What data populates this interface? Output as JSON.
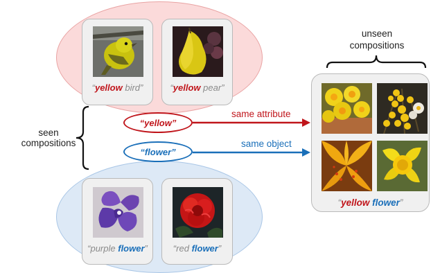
{
  "seen_label": {
    "line1": "seen",
    "line2": "compositions"
  },
  "unseen_label": {
    "line1": "unseen",
    "line2": "compositions"
  },
  "top_group": {
    "cards": [
      {
        "attr": "yellow",
        "obj": "bird",
        "image": "yellow-bird-photo"
      },
      {
        "attr": "yellow",
        "obj": "pear",
        "image": "yellow-pear-photo"
      }
    ]
  },
  "bottom_group": {
    "cards": [
      {
        "attr": "purple",
        "obj": "flower",
        "image": "purple-flower-photo"
      },
      {
        "attr": "red",
        "obj": "flower",
        "image": "red-flower-photo"
      }
    ]
  },
  "pills": {
    "attribute": "“yellow”",
    "object": "“flower”"
  },
  "arrows": {
    "attribute_label": "same attribute",
    "object_label": "same object"
  },
  "unseen": {
    "attr": "yellow",
    "obj": "flower",
    "images": [
      "yellow-daffodils-photo",
      "yellow-forsythia-photo",
      "orange-lily-photo",
      "yellow-daffodil-photo"
    ]
  },
  "colors": {
    "attribute": "#c0151b",
    "object": "#1a6fb9",
    "seen_top_fill": "#fbdada",
    "seen_bottom_fill": "#dde9f6"
  }
}
